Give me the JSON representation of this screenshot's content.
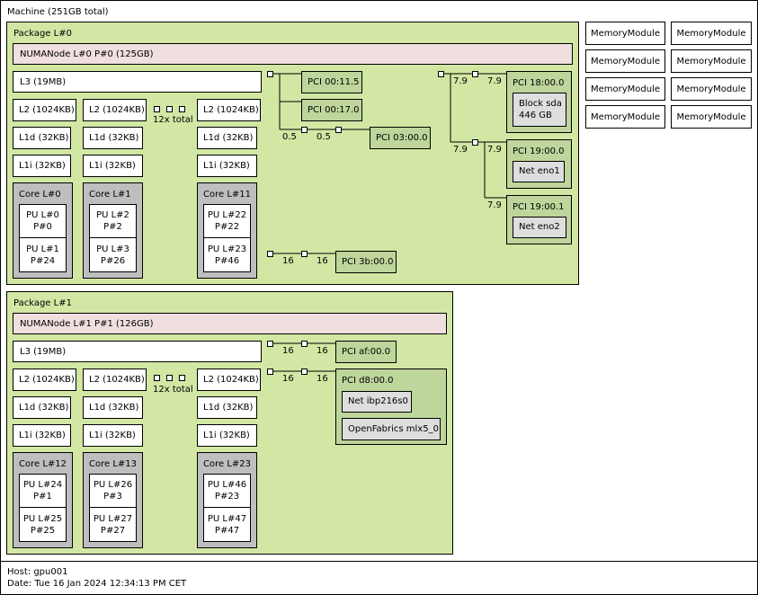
{
  "machine": {
    "label": "Machine (251GB total)",
    "memory_modules": [
      "MemoryModule",
      "MemoryModule",
      "MemoryModule",
      "MemoryModule",
      "MemoryModule",
      "MemoryModule",
      "MemoryModule",
      "MemoryModule"
    ]
  },
  "packages": [
    {
      "label": "Package L#0",
      "numa": "NUMANode L#0 P#0 (125GB)",
      "l3": "L3 (19MB)",
      "l2": [
        "L2 (1024KB)",
        "L2 (1024KB)",
        "L2 (1024KB)"
      ],
      "l1d": [
        "L1d (32KB)",
        "L1d (32KB)",
        "L1d (32KB)"
      ],
      "l1i": [
        "L1i (32KB)",
        "L1i (32KB)",
        "L1i (32KB)"
      ],
      "total": "12x total",
      "cores": [
        {
          "label": "Core L#0",
          "pus": [
            "PU L#0\nP#0",
            "PU L#1\nP#24"
          ]
        },
        {
          "label": "Core L#1",
          "pus": [
            "PU L#2\nP#2",
            "PU L#3\nP#26"
          ]
        },
        {
          "label": "Core L#11",
          "pus": [
            "PU L#22\nP#22",
            "PU L#23\nP#46"
          ]
        }
      ]
    },
    {
      "label": "Package L#1",
      "numa": "NUMANode L#1 P#1 (126GB)",
      "l3": "L3 (19MB)",
      "l2": [
        "L2 (1024KB)",
        "L2 (1024KB)",
        "L2 (1024KB)"
      ],
      "l1d": [
        "L1d (32KB)",
        "L1d (32KB)",
        "L1d (32KB)"
      ],
      "l1i": [
        "L1i (32KB)",
        "L1i (32KB)",
        "L1i (32KB)"
      ],
      "total": "12x total",
      "cores": [
        {
          "label": "Core L#12",
          "pus": [
            "PU L#24\nP#1",
            "PU L#25\nP#25"
          ]
        },
        {
          "label": "Core L#13",
          "pus": [
            "PU L#26\nP#3",
            "PU L#27\nP#27"
          ]
        },
        {
          "label": "Core L#23",
          "pus": [
            "PU L#46\nP#23",
            "PU L#47\nP#47"
          ]
        }
      ]
    }
  ],
  "pci": {
    "p0_11_5": "PCI 00:11.5",
    "p0_17_0": "PCI 00:17.0",
    "p03": "PCI 03:00.0",
    "p18": "PCI 18:00.0",
    "block_sda": "Block sda\n446 GB",
    "p19_0": "PCI 19:00.0",
    "net_eno1": "Net eno1",
    "p19_1": "PCI 19:00.1",
    "net_eno2": "Net eno2",
    "p3b": "PCI 3b:00.0",
    "paf": "PCI af:00.0",
    "pd8": "PCI d8:00.0",
    "net_ib": "Net ibp216s0",
    "ofab": "OpenFabrics mlx5_0"
  },
  "link_labels": {
    "p03_a": "0.5",
    "p03_b": "0.5",
    "p18_a": "7.9",
    "p18_b": "7.9",
    "p19_a": "7.9",
    "p19_b": "7.9",
    "p19_1": "7.9",
    "p3b_a": "16",
    "p3b_b": "16",
    "paf_a": "16",
    "paf_b": "16",
    "pd8_a": "16",
    "pd8_b": "16"
  },
  "footer": {
    "host": "Host: gpu001",
    "date": "Date: Tue 16 Jan 2024 12:34:13 PM CET"
  }
}
